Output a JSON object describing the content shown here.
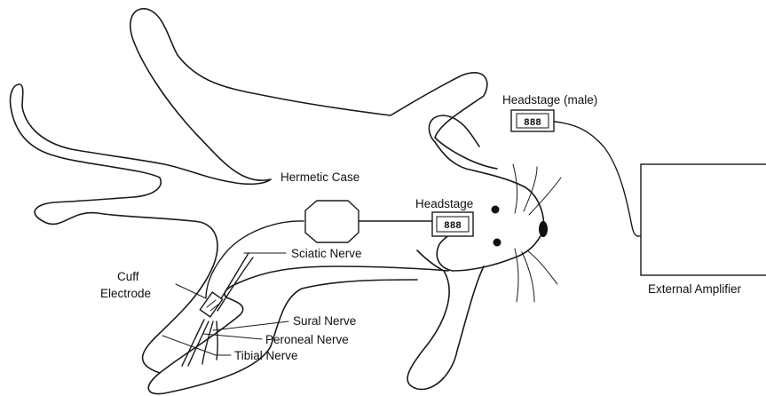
{
  "labels": {
    "headstage_male": "Headstage (male)",
    "hermetic_case": "Hermetic Case",
    "headstage": "Headstage",
    "sciatic_nerve": "Sciatic Nerve",
    "cuff_line1": "Cuff",
    "cuff_line2": "Electrode",
    "sural_nerve": "Sural Nerve",
    "peroneal_nerve": "Peroneal Nerve",
    "tibial_nerve": "Tibial Nerve",
    "external_amplifier": "External Amplifier"
  },
  "connector_pins": {
    "headstage_male": "888",
    "headstage": "888"
  }
}
